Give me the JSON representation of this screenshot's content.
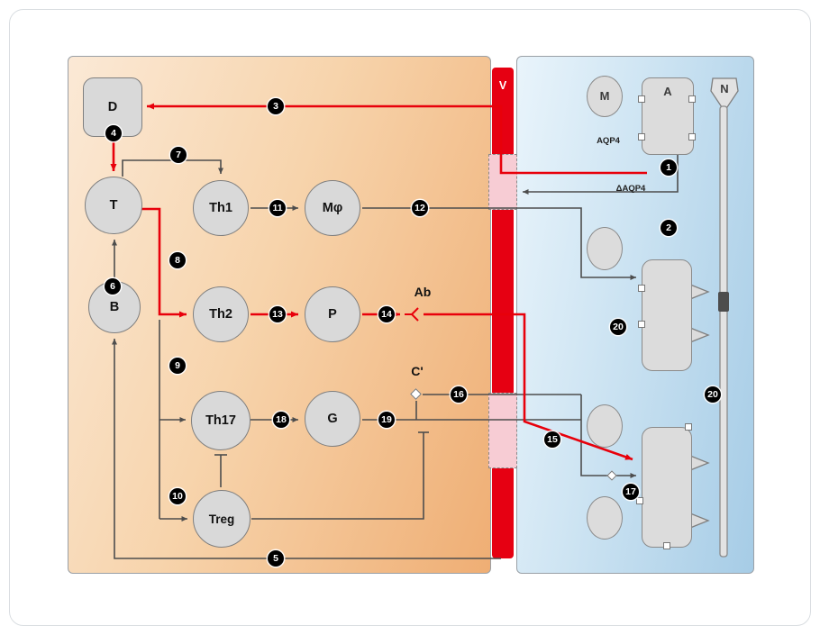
{
  "vessel": {
    "label": "V"
  },
  "immune_cells": {
    "dendritic": "D",
    "t_cell": "T",
    "b_cell": "B",
    "th1": "Th1",
    "macrophage": "Mφ",
    "th2": "Th2",
    "plasma": "P",
    "th17": "Th17",
    "granulocyte": "G",
    "treg": "Treg"
  },
  "cns_cells": {
    "microglia": "M",
    "astrocyte": "A",
    "neuron": "N",
    "aqp4": "AQP4",
    "delta_aqp4": "ΔAQP4"
  },
  "molecules": {
    "antibody": "Ab",
    "complement": "C'"
  },
  "steps": {
    "s1": "1",
    "s2": "2",
    "s3": "3",
    "s4": "4",
    "s5": "5",
    "s6": "6",
    "s7": "7",
    "s8": "8",
    "s9": "9",
    "s10": "10",
    "s11": "11",
    "s12": "12",
    "s13": "13",
    "s14": "14",
    "s15": "15",
    "s16": "16",
    "s17": "17",
    "s18": "18",
    "s19": "19",
    "s20": "20"
  },
  "colors": {
    "pathway_red": "#e8000b",
    "vessel_red": "#e60012",
    "bbb_pink": "#f7ccd4",
    "cell_gray": "#d9d9d9",
    "left_panel_gradient_end": "#efae74",
    "right_panel_gradient_end": "#a6cce6",
    "badge_black": "#000000"
  }
}
